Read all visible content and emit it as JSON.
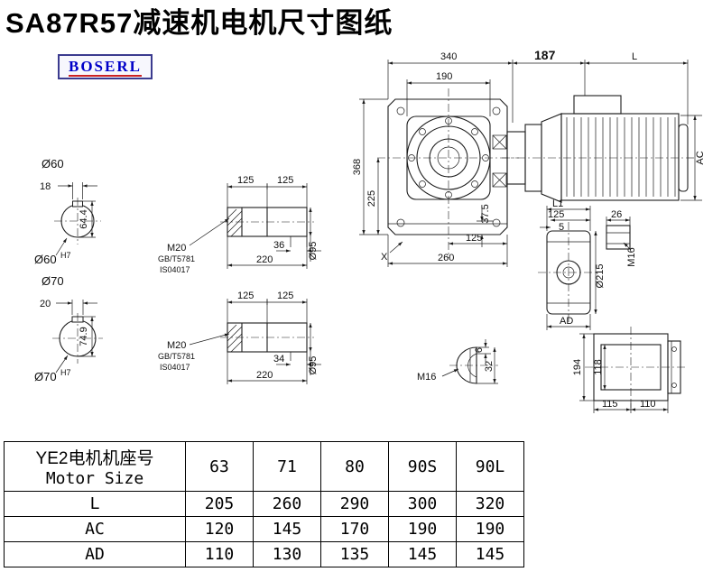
{
  "page": {
    "title": "SA87R57减速机电机尺寸图纸",
    "brand": "BOSERL"
  },
  "dims": {
    "s60": {
      "label": "Ø60",
      "key": "18",
      "height": "64.4",
      "bore": "Ø60",
      "tol": "H7"
    },
    "s70": {
      "label": "Ø70",
      "key": "20",
      "height": "74.9",
      "bore": "Ø70",
      "tol": "H7"
    },
    "sh1": {
      "a": "125",
      "b": "125",
      "thread": "M20",
      "std1": "GB/T5781",
      "std2": "IS04017",
      "k": "36",
      "total": "220",
      "dia": "Ø95"
    },
    "sh2": {
      "a": "125",
      "b": "125",
      "thread": "M20",
      "std1": "GB/T5781",
      "std2": "IS04017",
      "k": "34",
      "total": "220",
      "dia": "Ø95"
    },
    "main": {
      "w": "340",
      "flange": "190",
      "h": "368",
      "ch": "225",
      "foot": "37.5",
      "half": "125",
      "base": "260",
      "x": "X"
    },
    "motor": {
      "adapter": "187",
      "L": "L",
      "AC": "AC"
    },
    "side": {
      "L1": "L1",
      "w": "125",
      "t": "5",
      "bush": "26",
      "m16": "M16",
      "dia": "Ø215",
      "AD": "AD"
    },
    "plug": {
      "m16": "M16",
      "t": "6",
      "h": "32"
    },
    "top": {
      "h": "194",
      "ih": "118",
      "w1": "115",
      "w2": "110"
    }
  },
  "table": {
    "row_header_line1": "YE2电机机座号",
    "row_header_line2": "Motor Size",
    "sizes": [
      "63",
      "71",
      "80",
      "90S",
      "90L"
    ],
    "rows": [
      {
        "label": "L",
        "values": [
          "205",
          "260",
          "290",
          "300",
          "320"
        ]
      },
      {
        "label": "AC",
        "values": [
          "120",
          "145",
          "170",
          "190",
          "190"
        ]
      },
      {
        "label": "AD",
        "values": [
          "110",
          "130",
          "135",
          "145",
          "145"
        ]
      }
    ]
  }
}
